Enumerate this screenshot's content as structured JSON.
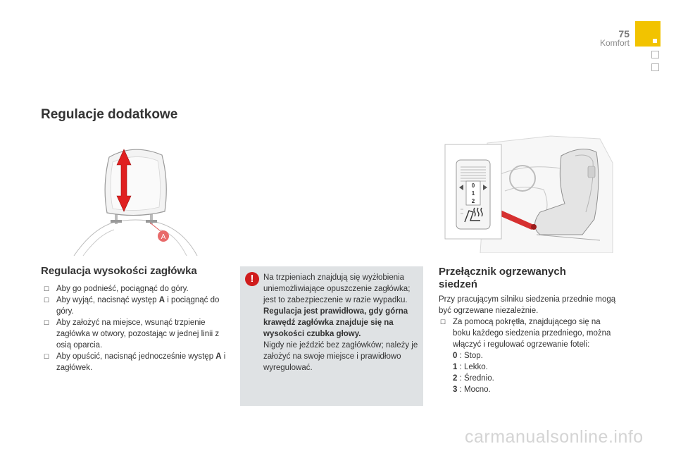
{
  "header": {
    "page_number": "75",
    "section": "Komfort"
  },
  "title": "Regulacje dodatkowe",
  "headrest": {
    "heading": "Regulacja wysokości zagłówka",
    "callout_label": "A",
    "bullet_icon": "checkbox-arrow",
    "items": [
      {
        "text": "Aby go podnieść, pociągnąć do góry."
      },
      {
        "pre": "Aby wyjąć, nacisnąć występ ",
        "bold": "A",
        "post": " i pociągnąć do góry."
      },
      {
        "text": "Aby założyć na miejsce, wsunąć trzpienie zagłówka w otwory, pozostając w jednej linii z osią oparcia."
      },
      {
        "pre": "Aby opuścić, nacisnąć jednocześnie występ ",
        "bold": "A",
        "post": " i zagłówek."
      }
    ]
  },
  "warning": {
    "icon": "exclamation-icon",
    "color": "#d01c1c",
    "text_1": "Na trzpieniach znajdują się wyżłobienia uniemożliwiające opuszczenie zagłówka; jest to zabezpieczenie w razie wypadku.",
    "text_bold": "Regulacja jest prawidłowa, gdy górna krawędź zagłówka znajduje się na wysokości czubka głowy.",
    "text_2": "Nigdy nie jeździć bez zagłówków; należy je założyć na swoje miejsce i prawidłowo wyregulować."
  },
  "heating": {
    "heading": "Przełącznik ogrzewanych siedzeń",
    "intro": "Przy pracującym silniku siedzenia przednie mogą być ogrzewane niezależnie.",
    "item": "Za pomocą pokrętła, znajdującego się na boku każdego siedzenia przedniego, można włączyć i regulować ogrzewanie foteli:",
    "levels": [
      {
        "num": "0",
        "label": " : Stop."
      },
      {
        "num": "1",
        "label": " : Lekko."
      },
      {
        "num": "2",
        "label": " : Średnio."
      },
      {
        "num": "3",
        "label": " : Mocno."
      }
    ],
    "dial_labels": [
      "0",
      "1",
      "2"
    ]
  },
  "watermark": "carmanualsonline.info",
  "colors": {
    "accent_yellow": "#f2c300",
    "arrow_red": "#e02020",
    "warning_bg": "#dfe2e4"
  }
}
